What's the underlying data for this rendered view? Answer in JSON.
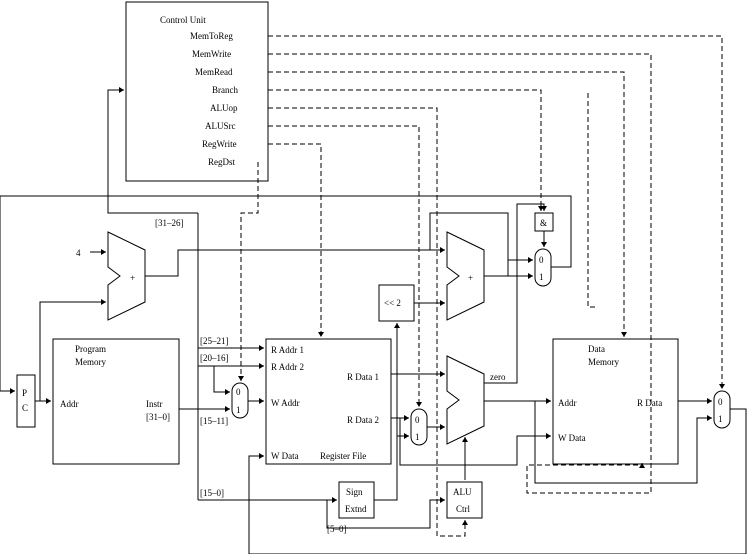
{
  "control_unit": {
    "title": "Control Unit",
    "signals": [
      "MemToReg",
      "MemWrite",
      "MemRead",
      "Branch",
      "ALUop",
      "ALUSrc",
      "RegWrite",
      "RegDst"
    ]
  },
  "pc": {
    "line1": "P",
    "line2": "C"
  },
  "program_memory": {
    "title1": "Program",
    "title2": "Memory",
    "addr": "Addr",
    "instr": "Instr",
    "instr_bits": "[31–0]"
  },
  "register_file": {
    "raddr1": "R Addr 1",
    "raddr2": "R Addr 2",
    "waddr": "W Addr",
    "wdata": "W Data",
    "rdata1": "R Data 1",
    "rdata2": "R Data 2",
    "title": "Register File"
  },
  "data_memory": {
    "title1": "Data",
    "title2": "Memory",
    "addr": "Addr",
    "wdata": "W Data",
    "rdata": "R Data"
  },
  "sign_extend": {
    "line1": "Sign",
    "line2": "Extnd"
  },
  "alu_ctrl": {
    "line1": "ALU",
    "line2": "Ctrl"
  },
  "shift": {
    "label": "<< 2"
  },
  "and_gate": {
    "label": "&"
  },
  "adders": {
    "plus": "+",
    "const": "4"
  },
  "alu": {
    "zero": "zero"
  },
  "mux": {
    "zero": "0",
    "one": "1"
  },
  "fields": {
    "op": "[31–26]",
    "rs": "[25–21]",
    "rt": "[20–16]",
    "rd": "[15–11]",
    "imm": "[15–0]",
    "funct": "[5–0]"
  }
}
